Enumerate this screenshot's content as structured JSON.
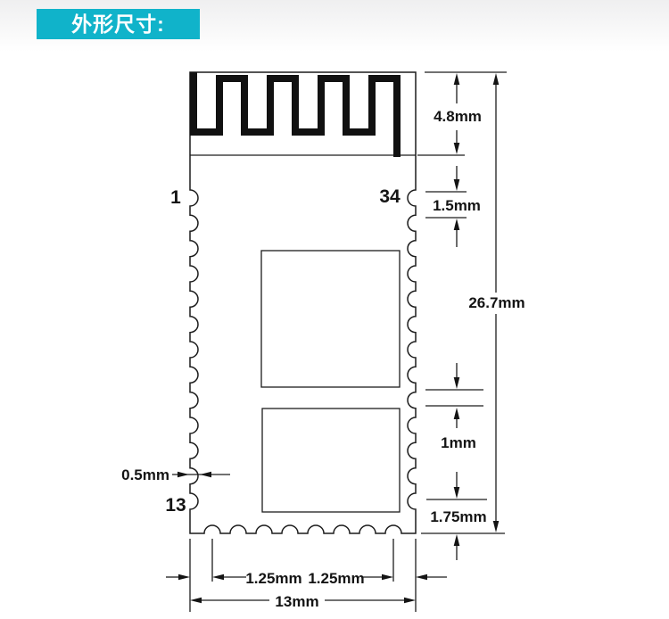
{
  "header": {
    "badge": "外形尺寸:"
  },
  "diagram": {
    "pins": {
      "first": "1",
      "last": "34",
      "left_bottom": "13"
    },
    "dims": {
      "antenna_height": "4.8mm",
      "first_pad_offset": "1.5mm",
      "board_height": "26.7mm",
      "shield_gap": "1mm",
      "pad_depth": "0.5mm",
      "bottom_pad_offset": "1.75mm",
      "pad_pitch_left": "1.25mm",
      "pad_pitch_right": "1.25mm",
      "board_width": "13mm"
    },
    "colors": {
      "badge_bg": "#10b3ca",
      "badge_text": "#ffffff",
      "line": "#1c1c1c"
    }
  }
}
